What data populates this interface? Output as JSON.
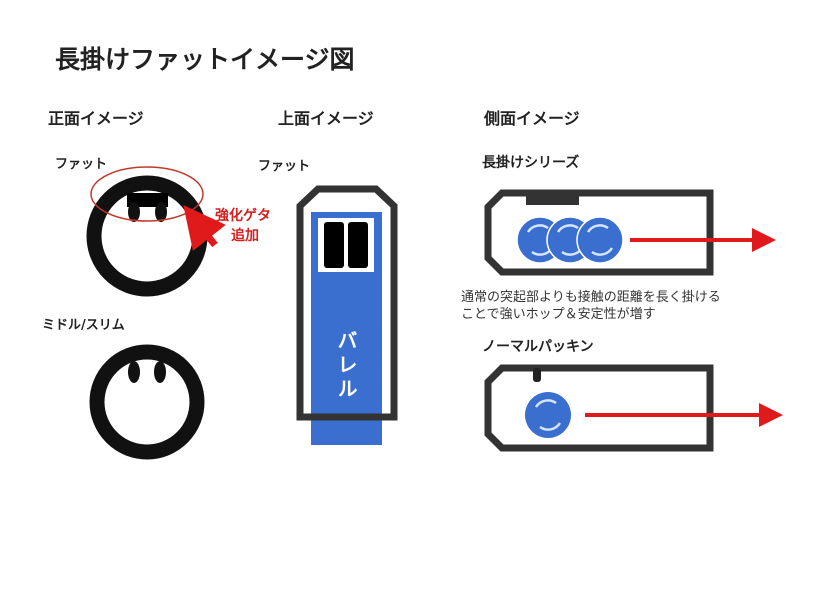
{
  "title": "長掛けファットイメージ図",
  "colors": {
    "blue": "#3b6fcf",
    "red": "#e01a1a",
    "frame": "#333333",
    "ring": "#111111"
  },
  "front": {
    "heading": "正面イメージ",
    "fat_label": "ファット",
    "callout_line1": "強化ゲタ",
    "callout_line2": "追加",
    "middle_label": "ミドル/スリム"
  },
  "top": {
    "heading": "上面イメージ",
    "fat_label": "ファット",
    "barrel_label": "バレル"
  },
  "side": {
    "heading": "側面イメージ",
    "long_label": "長掛けシリーズ",
    "desc_line1": "通常の突起部よりも接触の距離を長く掛ける",
    "desc_line2": "ことで強いホップ＆安定性が増す",
    "normal_label": "ノーマルパッキン"
  }
}
